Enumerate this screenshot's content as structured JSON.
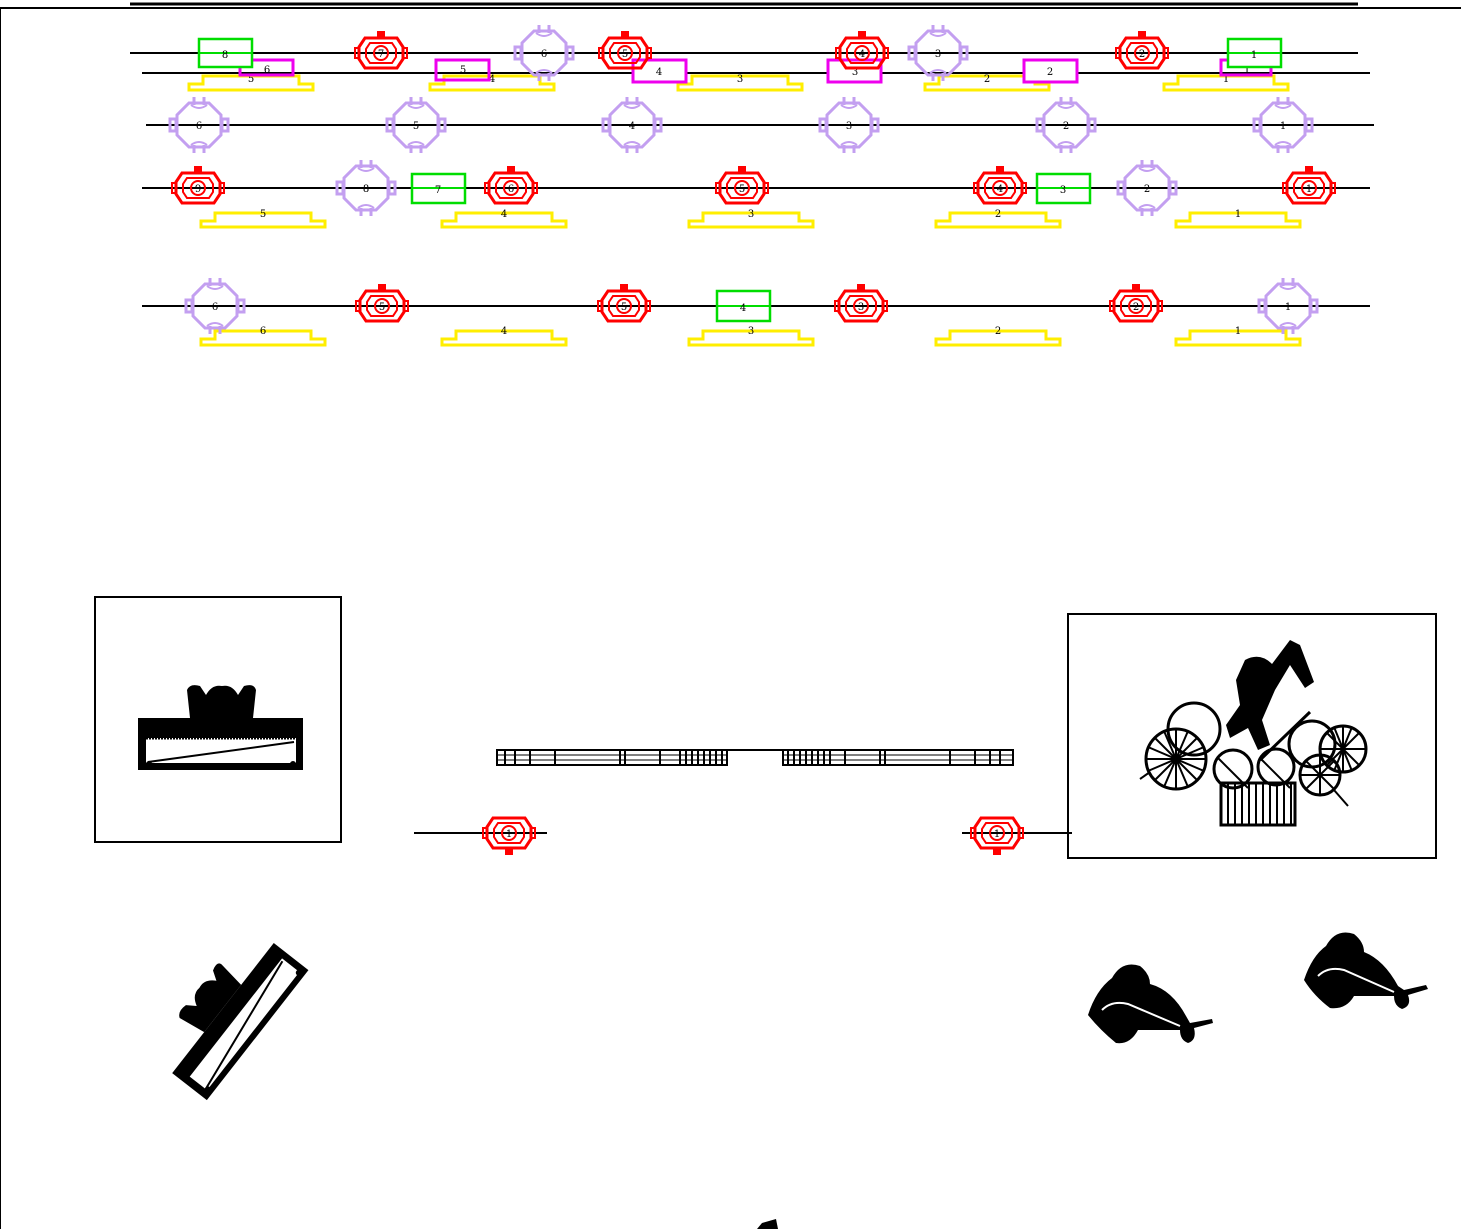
{
  "colors": {
    "line": "#000000",
    "lighting_fixture": "#ff0000",
    "drum_fixture": "#c39ff0",
    "green_fixture": "#00dd00",
    "magenta_fixture": "#ee00ee",
    "yellow_platform": "#ffee00",
    "background": "#ffffff"
  },
  "legend_icons": {
    "red": "spotlight-icon",
    "lavender": "drum-riser-icon",
    "green": "rectangular-fixture-icon",
    "magenta": "rectangular-fixture-icon",
    "yellow": "stage-platform-icon"
  },
  "rows": [
    {
      "name": "row-1",
      "green": [
        "8",
        "1"
      ],
      "red": [
        "7",
        "5",
        "4",
        "2"
      ],
      "lavender": [
        "6",
        "3"
      ],
      "magenta": [
        "6",
        "5",
        "4",
        "3",
        "2",
        "1"
      ],
      "yellow": [
        "5",
        "4",
        "3",
        "2",
        "1"
      ]
    },
    {
      "name": "row-2",
      "lavender": [
        "6",
        "5",
        "4",
        "3",
        "2",
        "1"
      ]
    },
    {
      "name": "row-3",
      "red": [
        "9",
        "6",
        "5",
        "4",
        "1"
      ],
      "lavender": [
        "8",
        "2"
      ],
      "green": [
        "7",
        "3"
      ],
      "yellow": [
        "5",
        "4",
        "3",
        "2",
        "1"
      ]
    },
    {
      "name": "row-4",
      "red": [
        "5",
        "5",
        "3",
        "2"
      ],
      "lavender": [
        "6",
        "1"
      ],
      "green": [
        "4"
      ],
      "yellow": [
        "6",
        "4",
        "3",
        "2",
        "1"
      ]
    }
  ],
  "bottom_fixtures": [
    "1",
    "1"
  ]
}
